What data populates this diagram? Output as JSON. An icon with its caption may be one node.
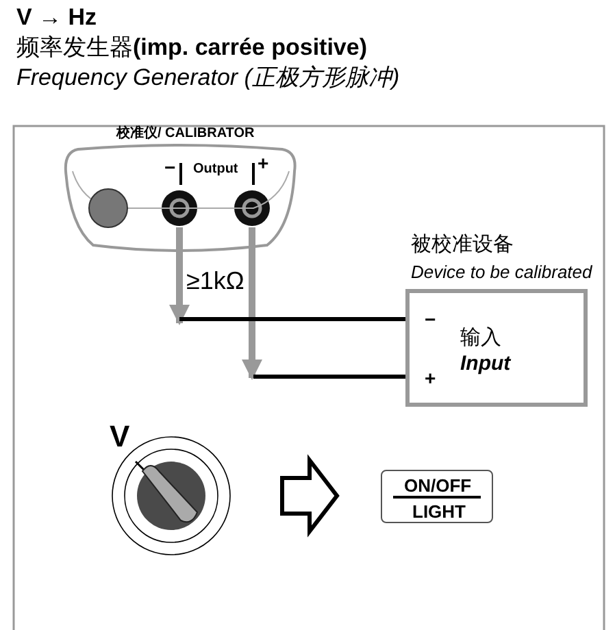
{
  "diagram": {
    "title": "V → Hz",
    "nodes": [
      {
        "text": [
          "校准仪/ CALIBRATOR",
          "−",
          "Output",
          "+"
        ]
      },
      {
        "text": [],
        "shape": "circle",
        "in": 0
      },
      {
        "text": [],
        "shape": "circle",
        "in": 0
      },
      {
        "text": [
          "被校准设备",
          "Device to be calibrated",
          "−",
          "输入",
          "Input",
          "+"
        ]
      },
      {
        "text": [
          "V"
        ]
      },
      {
        "text": [
          "ON/OFF",
          "LIGHT"
        ]
      }
    ],
    "edges": [
      {
        "from": 1,
        "to": null,
        "arrow": "to",
        "color": "#999999"
      },
      {
        "from": 2,
        "to": null,
        "arrow": "to",
        "color": "#999999"
      },
      {
        "from": null,
        "to": 3,
        "arrow": "none",
        "color": "#000000"
      },
      {
        "from": null,
        "to": 3,
        "arrow": "none",
        "color": "#000000"
      },
      {
        "from": 4,
        "to": 5,
        "arrow": "to",
        "color": "#000000"
      }
    ],
    "labels": [
      "频率发生器**(imp. carrée positive)**",
      "Frequency Generator (正极方形脉冲)",
      "≥1kΩ"
    ]
  }
}
